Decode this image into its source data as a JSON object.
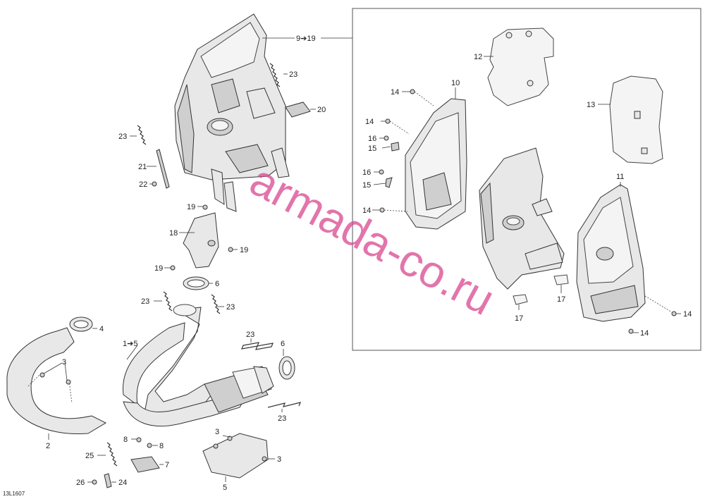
{
  "labels": {
    "l9_19": "9➔19",
    "l1_5": "1➔5",
    "l2": "2",
    "l3a": "3",
    "l3b": "3",
    "l3c": "3",
    "l4": "4",
    "l5": "5",
    "l6a": "6",
    "l6b": "6",
    "l7": "7",
    "l8a": "8",
    "l8b": "8",
    "l10": "10",
    "l11": "11",
    "l12": "12",
    "l13": "13",
    "l14a": "14",
    "l14b": "14",
    "l14c": "14",
    "l14d": "14",
    "l14e": "14",
    "l15a": "15",
    "l15b": "15",
    "l16a": "16",
    "l16b": "16",
    "l17a": "17",
    "l17b": "17",
    "l18": "18",
    "l19a": "19",
    "l19b": "19",
    "l19c": "19",
    "l20": "20",
    "l21": "21",
    "l22": "22",
    "l23a": "23",
    "l23b": "23",
    "l23c": "23",
    "l23d": "23",
    "l23e": "23",
    "l23f": "23",
    "l24": "24",
    "l25": "25",
    "l26": "26"
  },
  "watermark": "armada-co.ru",
  "drawing_code": "13L1607"
}
